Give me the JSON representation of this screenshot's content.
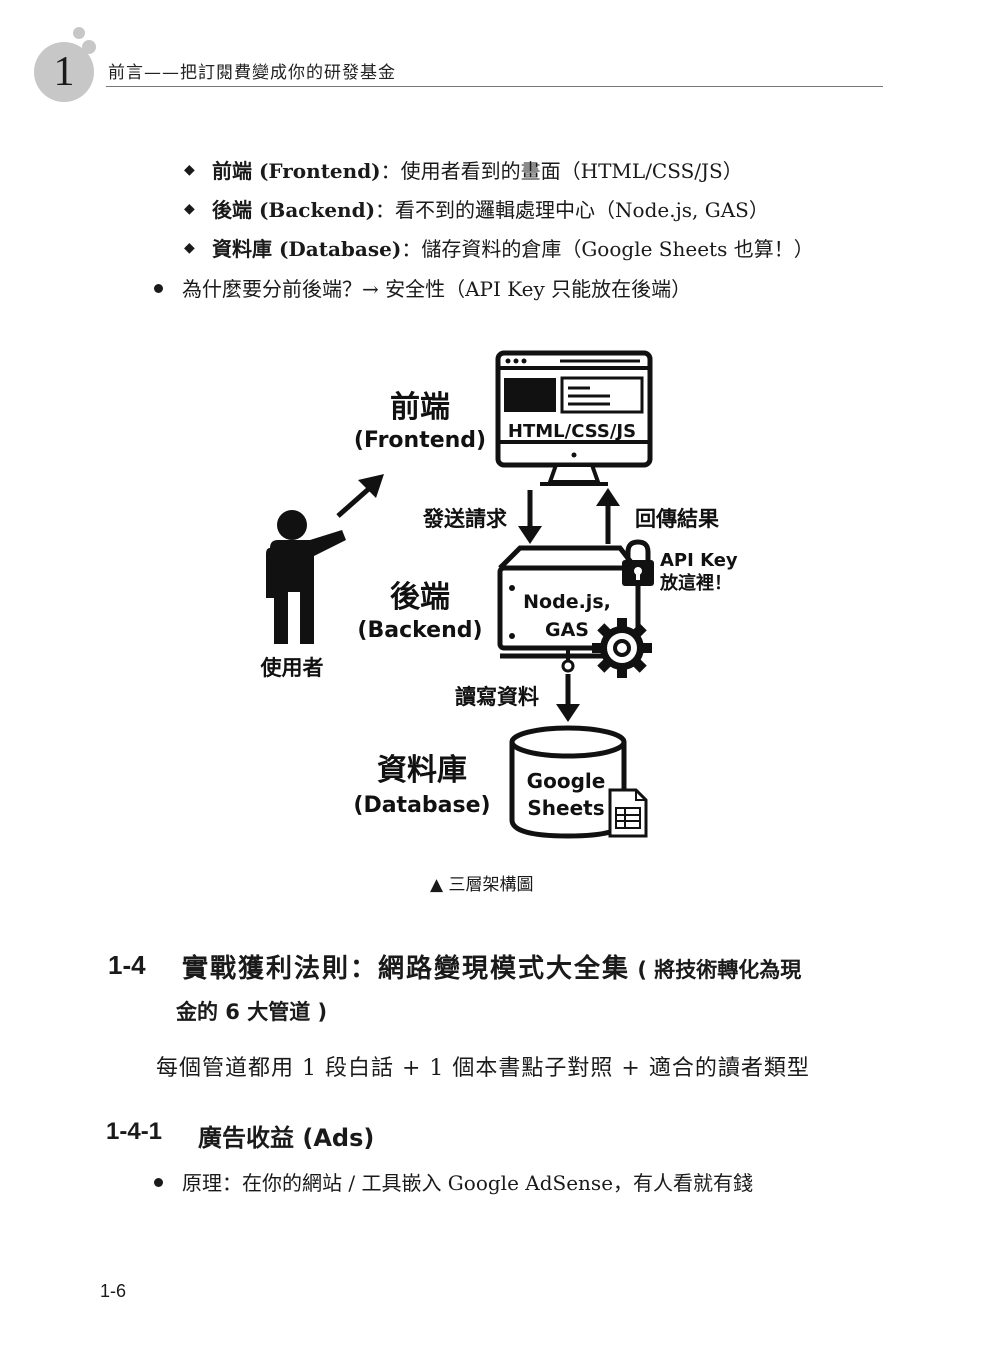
{
  "header": {
    "chapter_number": "1",
    "chapter_title": "前言——把訂閱費變成你的研發基金"
  },
  "bullets_top": [
    {
      "term": "前端 (Frontend)",
      "desc": "：使用者看到的畫面（HTML/CSS/JS）"
    },
    {
      "term": "後端 (Backend)",
      "desc": "：看不到的邏輯處理中心（Node.js, GAS）"
    },
    {
      "term": "資料庫 (Database)",
      "desc": "：儲存資料的倉庫（Google Sheets 也算！）"
    }
  ],
  "bullet_why": "為什麼要分前後端？→ 安全性（API Key 只能放在後端）",
  "diagram": {
    "frontend_zh": "前端",
    "frontend_en": "(Frontend)",
    "frontend_tech": "HTML/CSS/JS",
    "send_request": "發送請求",
    "return_result": "回傳結果",
    "api_key_line1": "API Key",
    "api_key_line2": "放這裡！",
    "backend_zh": "後端",
    "backend_en": "(Backend)",
    "backend_tech_line1": "Node.js,",
    "backend_tech_line2": "GAS",
    "user_label": "使用者",
    "read_write": "讀寫資料",
    "database_zh": "資料庫",
    "database_en": "(Database)",
    "database_tech_line1": "Google",
    "database_tech_line2": "Sheets"
  },
  "figure_caption": "▲ 三層架構圖",
  "section": {
    "number": "1-4",
    "title_main": "實戰獲利法則：網路變現模式大全集",
    "title_sub_part1": " ( 將技術轉化為現",
    "title_sub_part2": "金的 6 大管道 )"
  },
  "intro_paragraph": "每個管道都用 1 段白話 + 1 個本書點子對照 + 適合的讀者類型",
  "subsection": {
    "number": "1-4-1",
    "title": "廣告收益 (Ads)"
  },
  "bullet_principle": "原理：在你的網站 / 工具嵌入 Google AdSense，有人看就有錢",
  "page_number": "1-6"
}
